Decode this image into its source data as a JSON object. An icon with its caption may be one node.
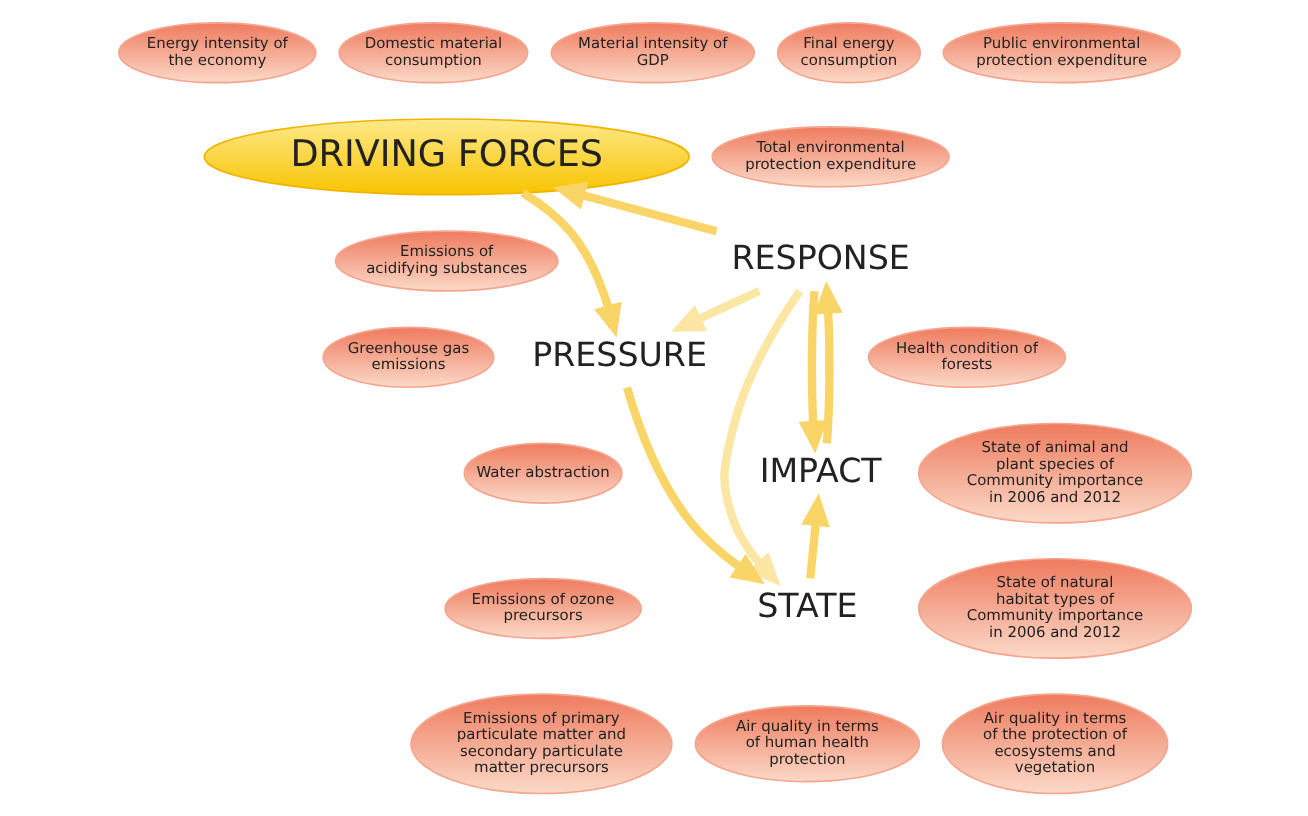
{
  "diagram": {
    "nodes": [
      {
        "text": [
          "Energy intensity of the economy"
        ]
      },
      {
        "text": [
          "Domestic material consumption"
        ]
      },
      {
        "text": [
          "Final energy consumption"
        ]
      },
      {
        "text": [
          "Material intensity of GDP"
        ]
      },
      {
        "text": [
          "Public environmental protection expenditure"
        ]
      },
      {
        "text": [
          "Total environmental protection expenditure"
        ]
      },
      {
        "text": [
          "DRIVING FORCES"
        ]
      },
      {
        "text": [
          "RESPONSE"
        ]
      },
      {
        "text": [
          "Emissions of acidifying substances"
        ]
      },
      {
        "text": [
          "Health condition of forests"
        ]
      },
      {
        "text": [
          "Greenhouse gas emissions"
        ]
      },
      {
        "text": [
          "PRESSURE"
        ]
      },
      {
        "text": [
          "State of animal and plant species of Community importance in 2006 and 2012"
        ]
      },
      {
        "text": [
          "Water abstraction"
        ]
      },
      {
        "text": [
          "IMPACT"
        ]
      },
      {
        "text": [
          "Emissions of ozone precursors"
        ]
      },
      {
        "text": [
          "STATE"
        ]
      },
      {
        "text": [
          "State of natural habitat types of Community importance in 2006 and 2012"
        ]
      },
      {
        "text": [
          "Emissions of primary particulate matter and secondary particulate matter precursors"
        ]
      },
      {
        "text": [
          "Air quality in terms of human health protection"
        ]
      },
      {
        "text": [
          "Air quality in terms of the protection of ecosystems and vegetation"
        ]
      }
    ],
    "edges": [
      {
        "from": 7,
        "to": 6,
        "arrow": "to"
      },
      {
        "from": 6,
        "to": 11,
        "arrow": "to"
      },
      {
        "from": 11,
        "to": 16,
        "arrow": "to"
      },
      {
        "from": 16,
        "to": 14,
        "arrow": "to"
      },
      {
        "from": 14,
        "to": 7,
        "arrow": "to"
      },
      {
        "from": 7,
        "to": 14,
        "arrow": "to"
      },
      {
        "from": 7,
        "to": 11,
        "arrow": "to",
        "color": "#fce6a4"
      },
      {
        "from": 7,
        "to": 16,
        "arrow": "to",
        "color": "#fce6a4"
      }
    ]
  }
}
